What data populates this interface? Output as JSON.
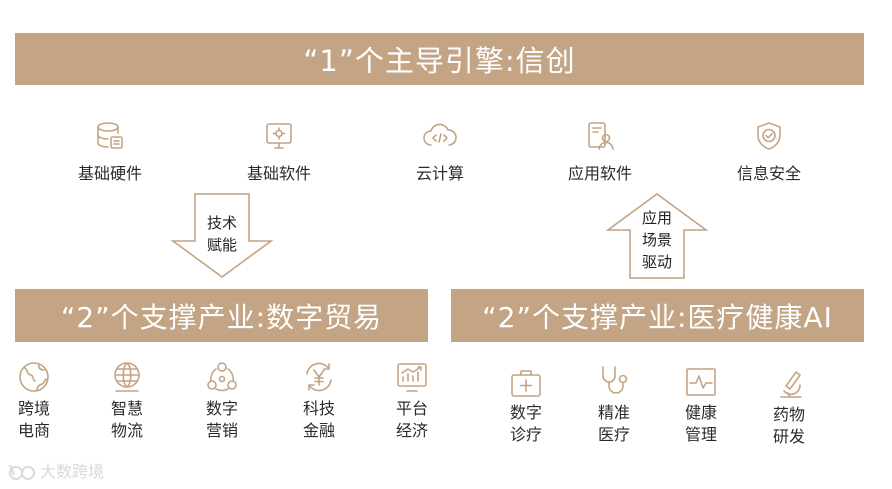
{
  "top_banner": "“1”个主导引擎:信创",
  "pillars": [
    {
      "label": "基础硬件",
      "icon": "database-icon"
    },
    {
      "label": "基础软件",
      "icon": "monitor-gear-icon"
    },
    {
      "label": "云计算",
      "icon": "cloud-code-icon"
    },
    {
      "label": "应用软件",
      "icon": "app-user-icon"
    },
    {
      "label": "信息安全",
      "icon": "shield-check-icon"
    }
  ],
  "arrow_down": "技术\n赋能",
  "arrow_up": "应用\n场景\n驱动",
  "left_banner": "“2”个支撑产业:数字贸易",
  "right_banner": "“2”个支撑产业:医疗健康AI",
  "left_industries": [
    {
      "label": "跨境\n电商",
      "icon": "globe-icon"
    },
    {
      "label": "智慧\n物流",
      "icon": "logistics-globe-icon"
    },
    {
      "label": "数字\n营销",
      "icon": "network-nodes-icon"
    },
    {
      "label": "科技\n金融",
      "icon": "yen-cycle-icon"
    },
    {
      "label": "平台\n经济",
      "icon": "chart-board-icon"
    }
  ],
  "right_industries": [
    {
      "label": "数字\n诊疗",
      "icon": "medical-kit-icon"
    },
    {
      "label": "精准\n医疗",
      "icon": "stethoscope-icon"
    },
    {
      "label": "健康\n管理",
      "icon": "heartbeat-monitor-icon"
    },
    {
      "label": "药物\n研发",
      "icon": "microscope-icon"
    }
  ],
  "watermark": "大数跨境",
  "colors": {
    "accent": "#c3a484",
    "text": "#2b2b2b"
  }
}
